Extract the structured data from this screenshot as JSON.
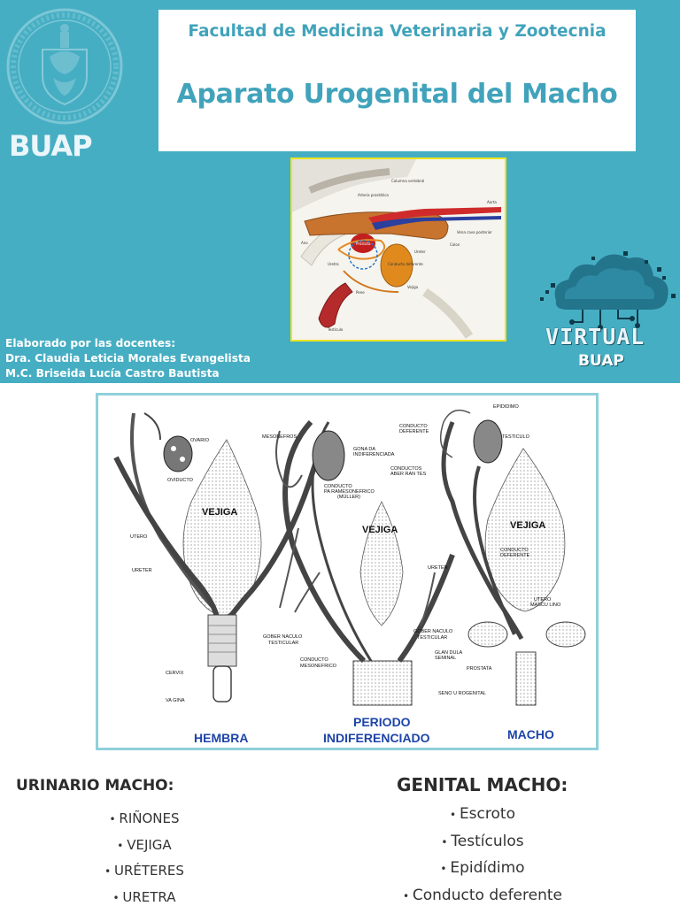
{
  "header": {
    "faculty": "Facultad de Medicina Veterinaria y Zootecnia",
    "title": "Aparato Urogenital del Macho"
  },
  "logos": {
    "seal_icon": "university-seal-icon",
    "buap": "BUAP",
    "virtual": "VIRTUAL",
    "virtual_sub": "BUAP"
  },
  "authors": {
    "intro": "Elaborado por las docentes:",
    "author_1": "Dra. Claudia Leticia Morales Evangelista",
    "author_2": "M.C. Briseida Lucía Castro Bautista"
  },
  "anatomy_labels": {
    "columna": "Columna vertebral",
    "arteria": "Arteria prostática",
    "aorta": "Aorta",
    "ano": "Ano",
    "prostata": "Próstata",
    "vena": "Vena cava posterior",
    "colon": "Colon",
    "ureter": "Ureter",
    "conducto": "Conducto deferente",
    "vejiga": "Vejiga",
    "uretra": "Uretra",
    "pene": "Pene",
    "testiculo": "Testículo"
  },
  "diagram": {
    "hembra": {
      "caption": "HEMBRA",
      "vejiga": "VEJIGA",
      "ovario": "OVARIO",
      "oviducto": "OVIDUCTO",
      "utero": "UTERO",
      "ureter": "URETER",
      "cervix": "CERVIX",
      "vagina": "VA GINA"
    },
    "indiferenciado": {
      "caption_1": "PERIODO",
      "caption_2": "INDIFERENCIADO",
      "vejiga": "VEJIGA",
      "mesonefros": "MESONEFROS",
      "gonada_1": "GONA DA",
      "gonada_2": "INDIFERENCIADA",
      "paramesonefrico_1": "CONDUCTO",
      "paramesonefrico_2": "PA RAMESONEFRICO",
      "paramesonefrico_3": "(MÜLLER)",
      "gobernaculo_1": "GOBER NACULO",
      "gobernaculo_2": "TESTICULAR",
      "mesonefrico_1": "CONDUCTO",
      "mesonefrico_2": "MESONEFRICO"
    },
    "macho": {
      "caption": "MACHO",
      "vejiga": "VEJIGA",
      "epididimo": "EPIDIDIMO",
      "deferente_1": "CONDUCTO",
      "deferente_2": "DEFERENTE",
      "testiculo": "TESTICULO",
      "aberrantes_1": "CONDUCTOS",
      "aberrantes_2": "ABER RAN TES",
      "deferente_b1": "CONDUCTO",
      "deferente_b2": "DEFERENTE",
      "ureter": "URETER",
      "utero_1": "UTERO",
      "utero_2": "MASCU LINO",
      "gobernaculo_1": "GOBER NACULO",
      "gobernaculo_2": "TESTICULAR",
      "glandula_1": "GLAN DULA",
      "glandula_2": "SEMINAL",
      "prostata": "PROSTATA",
      "seno": "SENO U ROGENITAL"
    }
  },
  "lists": {
    "urinario": {
      "heading": "URINARIO MACHO:",
      "items": [
        "RIÑONES",
        "VEJIGA",
        "URÉTERES",
        "URETRA"
      ]
    },
    "genital": {
      "heading": "GENITAL MACHO:",
      "items": [
        "Escroto",
        "Testículos",
        "Epidídimo",
        "Conducto deferente"
      ]
    }
  },
  "colors": {
    "hero_bg": "#46aec3",
    "title_color": "#41a3bb",
    "caption_blue": "#1d44a8",
    "frame_border": "#8fd0da",
    "image_border": "#ede41e"
  }
}
